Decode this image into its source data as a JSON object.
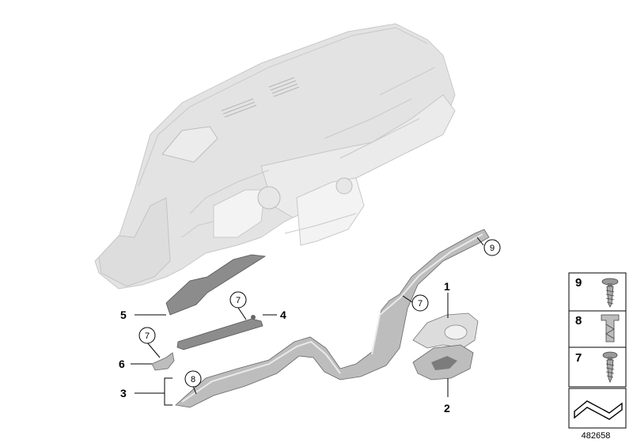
{
  "callouts": {
    "c1": "1",
    "c2": "2",
    "c3": "3",
    "c4": "4",
    "c5": "5",
    "c6": "6",
    "c7a": "7",
    "c7b": "7",
    "c7c": "7",
    "c8": "8",
    "c9": "9"
  },
  "legend": {
    "l9": "9",
    "l8": "8",
    "l7": "7"
  },
  "image_number": "482658"
}
